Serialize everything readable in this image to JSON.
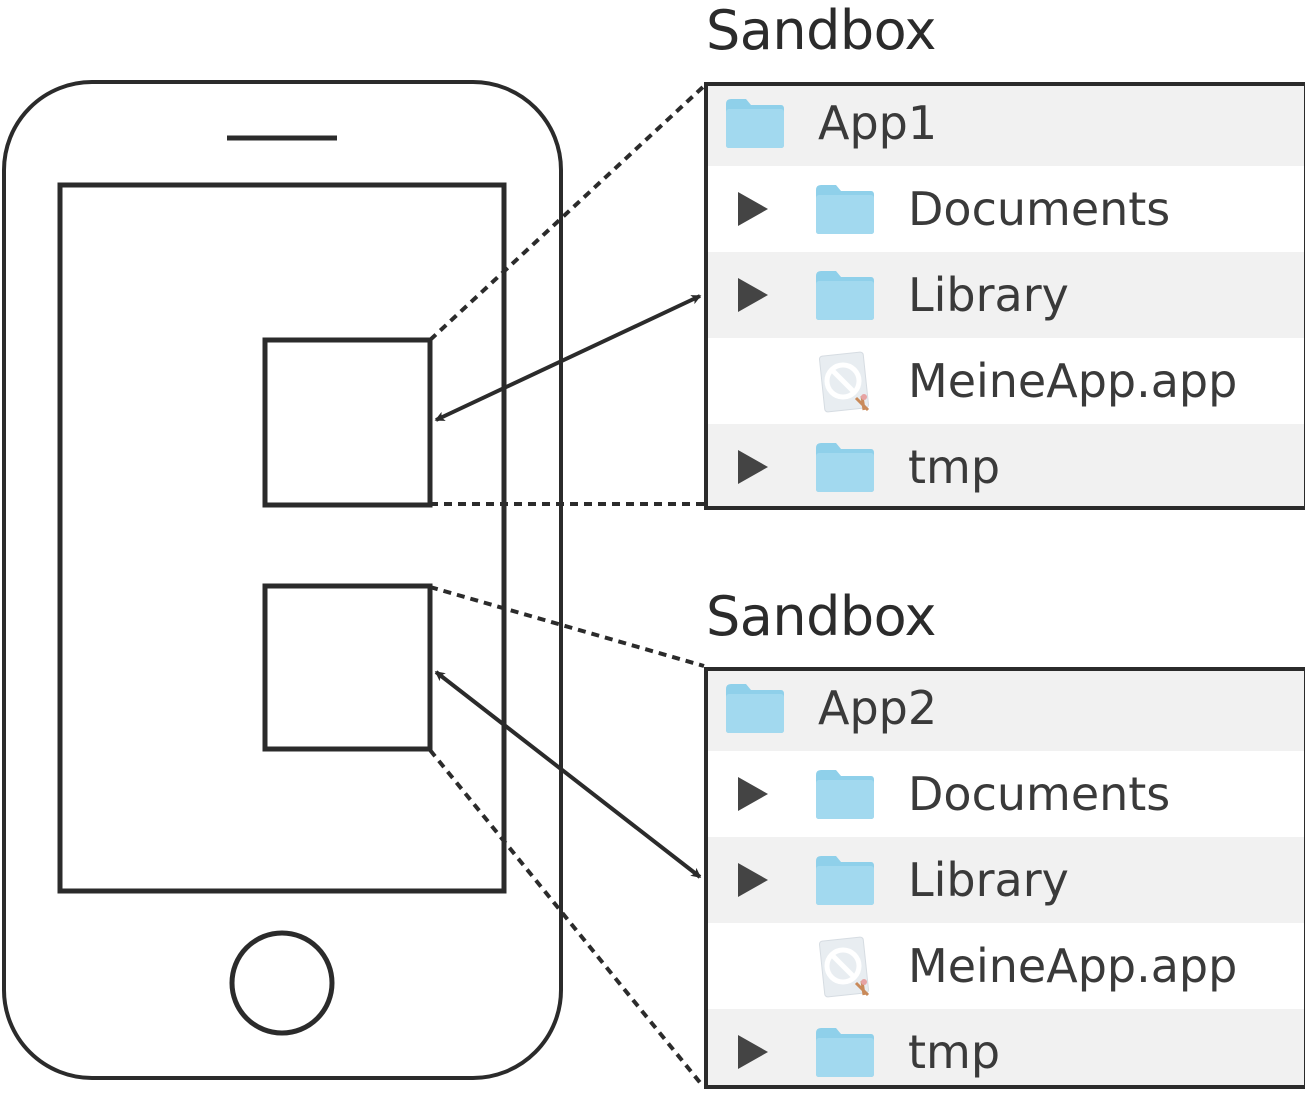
{
  "diagram": {
    "title": "iOS app sandboxes",
    "phone": {
      "icons": [
        "speaker-slot",
        "screen",
        "home-button"
      ],
      "app_slots": [
        "app1-slot",
        "app2-slot"
      ]
    },
    "sandboxes": [
      {
        "label": "Sandbox",
        "root": {
          "name": "App1",
          "icon": "folder-icon"
        },
        "items": [
          {
            "name": "Documents",
            "icon": "folder-icon",
            "expandable": true
          },
          {
            "name": "Library",
            "icon": "folder-icon",
            "expandable": true
          },
          {
            "name": "MeineApp.app",
            "icon": "app-bundle-icon",
            "expandable": false
          },
          {
            "name": "tmp",
            "icon": "folder-icon",
            "expandable": true
          }
        ]
      },
      {
        "label": "Sandbox",
        "root": {
          "name": "App2",
          "icon": "folder-icon"
        },
        "items": [
          {
            "name": "Documents",
            "icon": "folder-icon",
            "expandable": true
          },
          {
            "name": "Library",
            "icon": "folder-icon",
            "expandable": true
          },
          {
            "name": "MeineApp.app",
            "icon": "app-bundle-icon",
            "expandable": false
          },
          {
            "name": "tmp",
            "icon": "folder-icon",
            "expandable": true
          }
        ]
      }
    ],
    "colors": {
      "stroke": "#2b2b2b",
      "folder": "#8fd0ea",
      "row_alt": "#f1f1f1",
      "text": "#3a3a3a"
    }
  }
}
